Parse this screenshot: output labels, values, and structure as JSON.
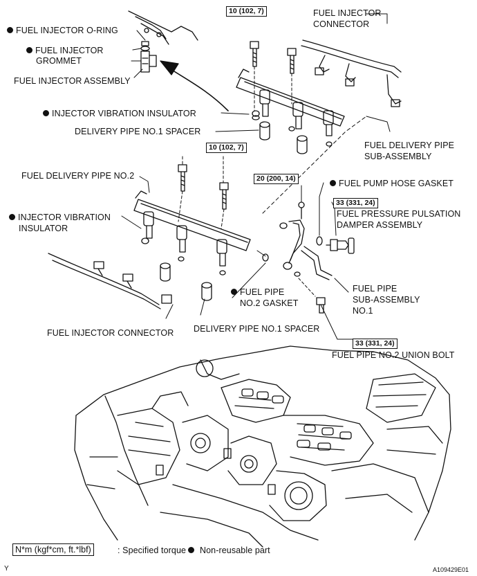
{
  "labels": {
    "fuel_injector_o_ring": "FUEL INJECTOR O-RING",
    "fuel_injector_grommet_1": "FUEL INJECTOR",
    "fuel_injector_grommet_2": "GROMMET",
    "fuel_injector_assembly": "FUEL INJECTOR ASSEMBLY",
    "injector_vibration_insulator_top": "INJECTOR VIBRATION INSULATOR",
    "delivery_pipe_spacer_top": "DELIVERY PIPE NO.1 SPACER",
    "fuel_injector_connector_top_1": "FUEL INJECTOR",
    "fuel_injector_connector_top_2": "CONNECTOR",
    "fuel_delivery_pipe_sub_1": "FUEL DELIVERY PIPE",
    "fuel_delivery_pipe_sub_2": "SUB-ASSEMBLY",
    "fuel_delivery_pipe_no2": "FUEL DELIVERY PIPE NO.2",
    "fuel_pump_hose_gasket": "FUEL PUMP HOSE GASKET",
    "pulsation_damper_1": "FUEL PRESSURE PULSATION",
    "pulsation_damper_2": "DAMPER ASSEMBLY",
    "injector_vibration_insulator_left_1": "INJECTOR VIBRATION",
    "injector_vibration_insulator_left_2": "INSULATOR",
    "fuel_pipe_no2_gasket_1": "FUEL PIPE",
    "fuel_pipe_no2_gasket_2": "NO.2 GASKET",
    "fuel_pipe_sub_1": "FUEL PIPE",
    "fuel_pipe_sub_2": "SUB-ASSEMBLY",
    "fuel_pipe_sub_3": "NO.1",
    "fuel_injector_connector_bottom": "FUEL INJECTOR CONNECTOR",
    "delivery_pipe_spacer_bottom": "DELIVERY PIPE NO.1 SPACER",
    "fuel_pipe_union_bolt": "FUEL PIPE NO.2 UNION BOLT"
  },
  "torques": {
    "t_top": "10 (102, 7)",
    "t_mid": "10 (102, 7)",
    "t_20": "20 (200, 14)",
    "t_33_damper": "33 (331, 24)",
    "t_33_union": "33 (331, 24)"
  },
  "legend": {
    "torque_unit": "N*m (kgf*cm, ft.*lbf)",
    "torque_desc": ": Specified torque",
    "non_reusable": "Non-reusable part"
  },
  "corner": {
    "left": "Y",
    "right": "A109429E01"
  }
}
